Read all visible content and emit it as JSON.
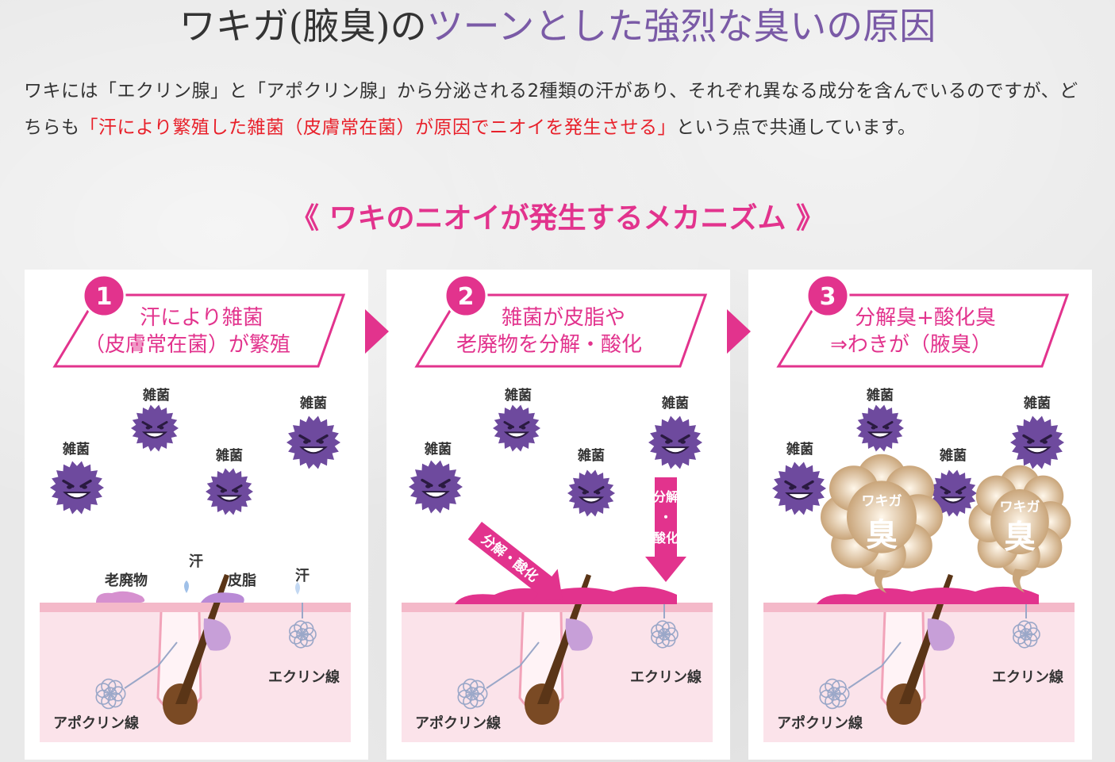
{
  "title": {
    "main": "ワキガ(腋臭)の",
    "accent": "ツーンとした強烈な臭いの原因"
  },
  "intro": {
    "part1": "ワキには「エクリン腺」と「アポクリン腺」から分泌される2種類の汗があり、それぞれ異なる成分を含んでいるのですが、どちらも",
    "highlight": "「汗により繁殖した雑菌（皮膚常在菌）が原因でニオイを発生させる」",
    "part2": "という点で共通しています。"
  },
  "mechanism_title": "《 ワキのニオイが発生するメカニズム 》",
  "steps": [
    {
      "number": "1",
      "line1": "汗により雑菌",
      "line2": "（皮膚常在菌）が繁殖"
    },
    {
      "number": "2",
      "line1": "雑菌が皮脂や",
      "line2": "老廃物を分解・酸化"
    },
    {
      "number": "3",
      "line1": "分解臭+酸化臭",
      "line2": "⇒わきが（腋臭）"
    }
  ],
  "labels": {
    "germ": "雑菌",
    "waste": "老廃物",
    "sweat": "汗",
    "sebum": "皮脂",
    "eccrine": "エクリン線",
    "apocrine": "アポクリン線",
    "decompose": "分解・酸化",
    "odor_top": "ワキガ",
    "odor_main": "臭"
  },
  "colors": {
    "pink": "#e2338d",
    "purple": "#6e4a9e",
    "skin": "#fbe3ea",
    "odor": "#c9a57a"
  }
}
